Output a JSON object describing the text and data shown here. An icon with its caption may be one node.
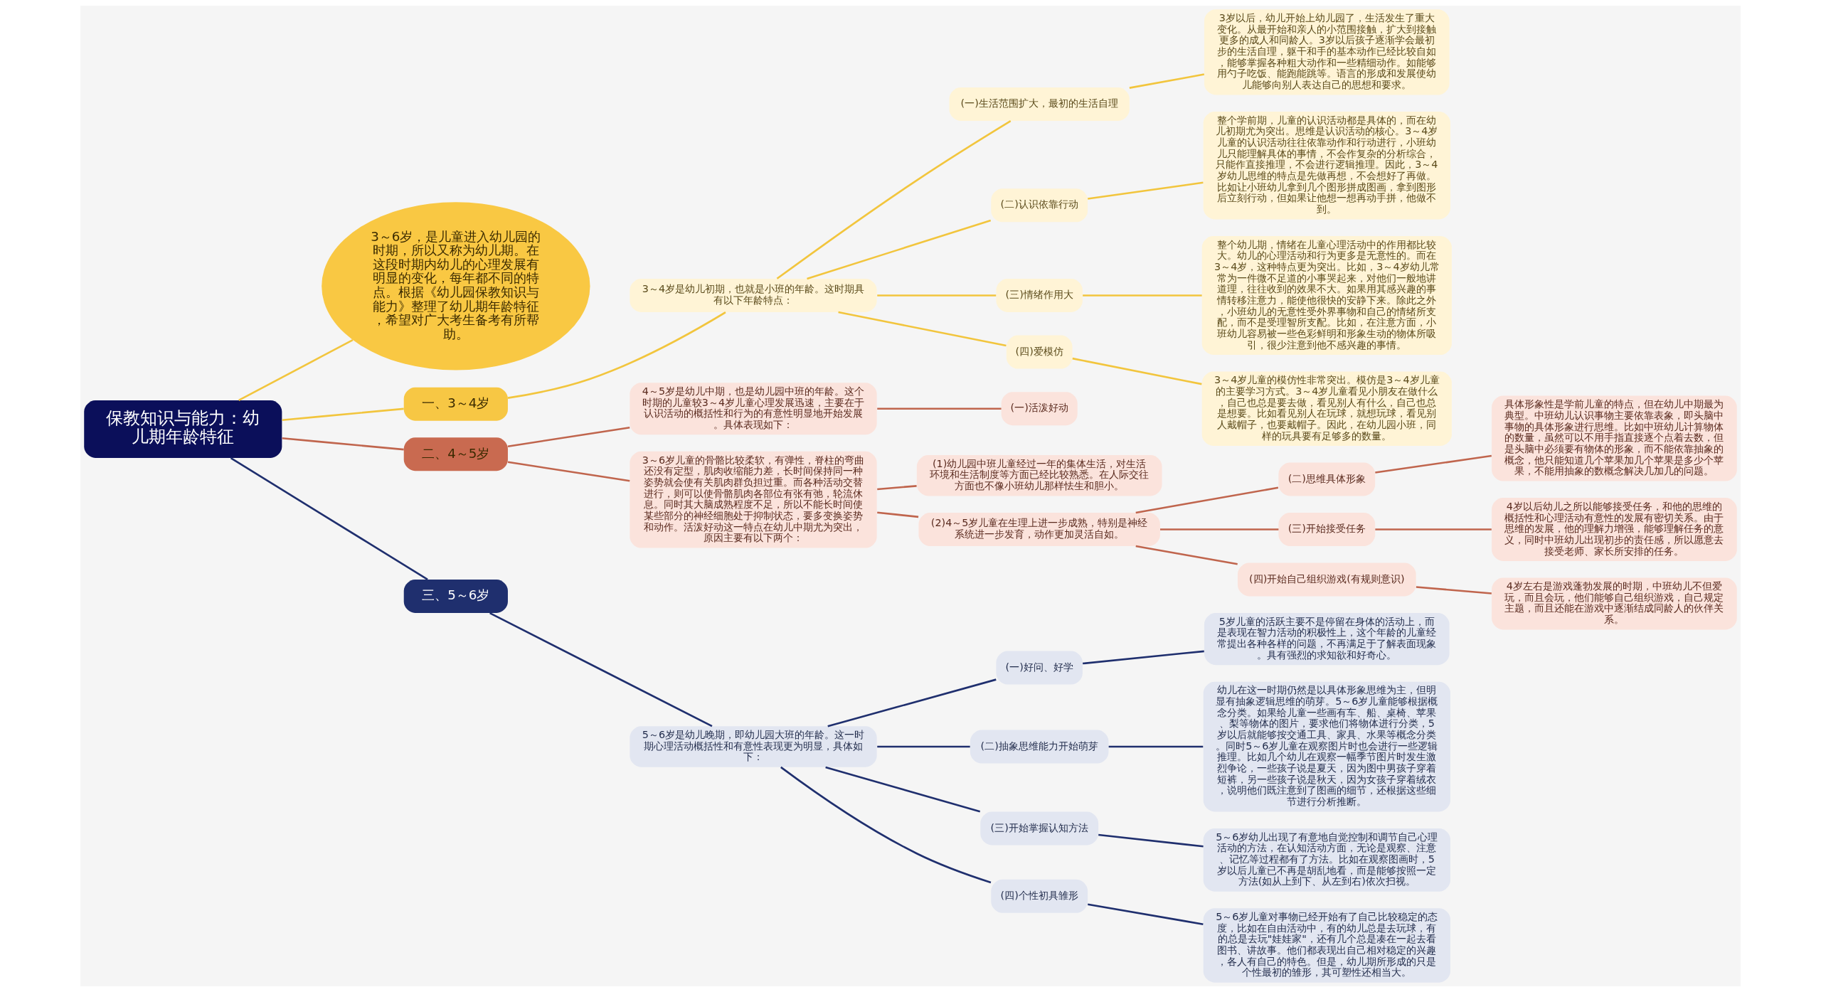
{
  "diagram": {
    "nodes": [
      {
        "text": [
          "保教知识与能力：幼儿期年龄特征"
        ]
      },
      {
        "text": [
          "3～6岁，是儿童进入幼儿园的时期，所以又称为幼儿期。在这段时期内幼儿的心理发展有明显的变化，每年都不同的特点。根据《幼儿园保教知识与能力》整理了幼儿期年龄特征，希望对广大考生备考有所帮助。"
        ]
      },
      {
        "text": [
          "一、3～4岁"
        ]
      },
      {
        "text": [
          "3～4岁是幼儿初期，也就是小班的年龄。这时期具有以下年龄特点："
        ]
      },
      {
        "text": [
          "(一)生活范围扩大，最初的生活自理"
        ]
      },
      {
        "text": [
          "3岁以后，幼儿开始上幼儿园了，生活发生了重大变化。从最开始和亲人的小范围接触，扩大到接触更多的成人和同龄人。3岁以后孩子逐渐学会最初步的生活自理，躯干和手的基本动作已经比较自如，能够掌握各种粗大动作和一些精细动作。如能够用勺子吃饭、能跑能跳等。语言的形成和发展使幼儿能够向别人表达自己的思想和要求。"
        ]
      },
      {
        "text": [
          "(二)认识依靠行动"
        ]
      },
      {
        "text": [
          "整个学前期，儿童的认识活动都是具体的，而在幼儿初期尤为突出。思维是认识活动的核心。3～4岁儿童的认识活动往往依靠动作和行动进行，小班幼儿只能理解具体的事情，不会作复杂的分析综合，只能作直接推理，不会进行逻辑推理。因此，3～4岁幼儿思维的特点是先做再想，不会想好了再做。比如让小班幼儿拿到几个图形拼成图画，拿到图形后立刻行动，但如果让他想一想再动手拼，他做不到。"
        ]
      },
      {
        "text": [
          "(三)情绪作用大"
        ]
      },
      {
        "text": [
          "整个幼儿期，情绪在儿童心理活动中的作用都比较大。幼儿的心理活动和行为更多是无意性的。而在3～4岁，这种特点更为突出。比如，3～4岁幼儿常常为一件微不足道的小事哭起来，对他们一般地讲道理，往往收到的效果不大。如果用其感兴趣的事情转移注意力，能使他很快的安静下来。除此之外，小班幼儿的无意性受外界事物和自己的情绪所支配，而不是受理智所支配。比如，在注意方面，小班幼儿容易被一些色彩鲜明和形象生动的物体所吸引，很少注意到他不感兴趣的事情。"
        ]
      },
      {
        "text": [
          "(四)爱模仿"
        ]
      },
      {
        "text": [
          "3～4岁儿童的模仿性非常突出。模仿是3～4岁儿童的主要学习方式。3～4岁儿童看见小朋友在做什么，自己也总是要去做，看见别人有什么，自己也总是想要。比如看见别人在玩球，就想玩球，看见别人戴帽子，也要戴帽子。因此，在幼儿园小班，同样的玩具要有足够多的数量。"
        ]
      },
      {
        "text": [
          "二、4～5岁"
        ]
      },
      {
        "text": [
          "4～5岁是幼儿中期，也是幼儿园中班的年龄。这个时期的儿童较3～4岁儿童心理发展迅速，主要在于认识活动的概括性和行为的有意性明显地开始发展。具体表现如下："
        ]
      },
      {
        "text": [
          "(一)活泼好动"
        ]
      },
      {
        "text": [
          "3～6岁儿童的骨骼比较柔软，有弹性，脊柱的弯曲还没有定型，肌肉收缩能力差，长时间保持同一种姿势就会使有关肌肉群负担过重。而各种活动交替进行，则可以使骨骼肌肉各部位有张有弛，轮流休息。同时其大脑成熟程度不足，所以不能长时间使某些部分的神经细胞处于抑制状态，要多变换姿势和动作。活泼好动这一特点在幼儿中期尤为突出，原因主要有以下两个："
        ]
      },
      {
        "text": [
          "(1)幼儿园中班儿童经过一年的集体生活，对生活环境和生活制度等方面已经比较熟悉。在人际交往方面也不像小班幼儿那样怯生和胆小。"
        ]
      },
      {
        "text": [
          "(2)4～5岁儿童在生理上进一步成熟，特别是神经系统进一步发育，动作更加灵活自如。"
        ]
      },
      {
        "text": [
          "(二)思维具体形象"
        ]
      },
      {
        "text": [
          "具体形象性是学前儿童的特点，但在幼儿中期最为典型。中班幼儿认识事物主要依靠表象，即头脑中事物的具体形象进行思维。比如中班幼儿计算物体的数量，虽然可以不用手指直接逐个点着去数，但是头脑中必须要有物体的形象，而不能依靠抽象的概念，他只能知道几个苹果加几个苹果是多少个苹果，不能用抽象的数概念解决几加几的问题。"
        ]
      },
      {
        "text": [
          "(三)开始接受任务"
        ]
      },
      {
        "text": [
          "4岁以后幼儿之所以能够接受任务，和他的思维的概括性和心理活动有意性的发展有密切关系。由于思维的发展，他的理解力增强，能够理解任务的意义，同时中班幼儿出现初步的责任感，所以愿意去接受老师、家长所安排的任务。"
        ]
      },
      {
        "text": [
          "(四)开始自己组织游戏(有规则意识)"
        ]
      },
      {
        "text": [
          "4岁左右是游戏蓬勃发展的时期，中班幼儿不但爱玩，而且会玩，他们能够自己组织游戏，自己规定主题，而且还能在游戏中逐渐结成同龄人的伙伴关系。"
        ]
      },
      {
        "text": [
          "三、5～6岁"
        ]
      },
      {
        "text": [
          "5～6岁是幼儿晚期，即幼儿园大班的年龄。这一时期心理活动概括性和有意性表现更为明显，具体如下："
        ]
      },
      {
        "text": [
          "(一)好问、好学"
        ]
      },
      {
        "text": [
          "5岁儿童的活跃主要不是停留在身体的活动上，而是表现在智力活动的积极性上，这个年龄的儿童经常提出各种各样的问题，不再满足于了解表面现象。具有强烈的求知欲和好奇心。"
        ]
      },
      {
        "text": [
          "(二)抽象思维能力开始萌芽"
        ]
      },
      {
        "text": [
          "幼儿在这一时期仍然是以具体形象思维为主，但明显有抽象逻辑思维的萌芽。5～6岁儿童能够根据概念分类。如果给儿童一些画有车、船、桌椅、苹果、梨等物体的图片，要求他们将物体进行分类，5岁以后就能够按交通工具、家具、水果等概念分类。同时5～6岁儿童在观察图片时也会进行一些逻辑推理。比如几个幼儿在观察一幅季节图片时发生激烈争论，一些孩子说是夏天，因为图中男孩子穿着短裤，另一些孩子说是秋天，因为女孩子穿着绒衣，说明他们既注意到了图画的细节，还根据这些细节进行分析推断。"
        ]
      },
      {
        "text": [
          "(三)开始掌握认知方法"
        ]
      },
      {
        "text": [
          "5～6岁幼儿出现了有意地自觉控制和调节自己心理活动的方法，在认知活动方面，无论是观察、注意、记忆等过程都有了方法。比如在观察图画时，5岁以后儿童已不再是胡乱地看，而是能够按照一定方法(如从上到下、从左到右)依次扫视。"
        ]
      },
      {
        "text": [
          "(四)个性初具雏形"
        ]
      },
      {
        "text": [
          "5～6岁儿童对事物已经开始有了自己比较稳定的态度，比如在自由活动中，有的幼儿总是去玩球，有的总是去玩\"娃娃家\"，还有几个总是凑在一起去看图书、讲故事。他们都表现出自己相对稳定的兴趣，各人有自己的特色。但是，幼儿期所形成的只是个性最初的雏形，其可塑性还相当大。"
        ]
      }
    ],
    "edges": [
      {
        "from": 0,
        "to": 2,
        "arrow": "none",
        "color": "#f2c53d"
      },
      {
        "from": 2,
        "to": 3,
        "arrow": "none",
        "color": "#f2c53d"
      },
      {
        "from": 3,
        "to": 4,
        "arrow": "none",
        "color": "#f2c53d"
      },
      {
        "from": 4,
        "to": 5,
        "arrow": "none",
        "color": "#f2c53d"
      },
      {
        "from": 3,
        "to": 6,
        "arrow": "none",
        "color": "#f2c53d"
      },
      {
        "from": 6,
        "to": 7,
        "arrow": "none",
        "color": "#f2c53d"
      },
      {
        "from": 3,
        "to": 8,
        "arrow": "none",
        "color": "#f2c53d"
      },
      {
        "from": 8,
        "to": 9,
        "arrow": "none",
        "color": "#f2c53d"
      },
      {
        "from": 3,
        "to": 10,
        "arrow": "none",
        "color": "#f2c53d"
      },
      {
        "from": 10,
        "to": 11,
        "arrow": "none",
        "color": "#f2c53d"
      },
      {
        "from": 0,
        "to": 1,
        "arrow": "none",
        "color": "#f2c53d"
      },
      {
        "from": 0,
        "to": 12,
        "arrow": "none",
        "color": "#c0654d"
      },
      {
        "from": 12,
        "to": 13,
        "arrow": "none",
        "color": "#c0654d"
      },
      {
        "from": 13,
        "to": 14,
        "arrow": "none",
        "color": "#c0654d"
      },
      {
        "from": 12,
        "to": 15,
        "arrow": "none",
        "color": "#c0654d"
      },
      {
        "from": 15,
        "to": 16,
        "arrow": "none",
        "color": "#c0654d"
      },
      {
        "from": 15,
        "to": 17,
        "arrow": "none",
        "color": "#c0654d"
      },
      {
        "from": 17,
        "to": 18,
        "arrow": "none",
        "color": "#c0654d"
      },
      {
        "from": 18,
        "to": 19,
        "arrow": "none",
        "color": "#c0654d"
      },
      {
        "from": 17,
        "to": 20,
        "arrow": "none",
        "color": "#c0654d"
      },
      {
        "from": 20,
        "to": 21,
        "arrow": "none",
        "color": "#c0654d"
      },
      {
        "from": 17,
        "to": 22,
        "arrow": "none",
        "color": "#c0654d"
      },
      {
        "from": 22,
        "to": 23,
        "arrow": "none",
        "color": "#c0654d"
      },
      {
        "from": 0,
        "to": 24,
        "arrow": "none",
        "color": "#1f2f6e"
      },
      {
        "from": 24,
        "to": 25,
        "arrow": "none",
        "color": "#1f2f6e"
      },
      {
        "from": 25,
        "to": 26,
        "arrow": "none",
        "color": "#1f2f6e"
      },
      {
        "from": 26,
        "to": 27,
        "arrow": "none",
        "color": "#1f2f6e"
      },
      {
        "from": 25,
        "to": 28,
        "arrow": "none",
        "color": "#1f2f6e"
      },
      {
        "from": 28,
        "to": 29,
        "arrow": "none",
        "color": "#1f2f6e"
      },
      {
        "from": 25,
        "to": 30,
        "arrow": "none",
        "color": "#1f2f6e"
      },
      {
        "from": 30,
        "to": 31,
        "arrow": "none",
        "color": "#1f2f6e"
      },
      {
        "from": 25,
        "to": 32,
        "arrow": "none",
        "color": "#1f2f6e"
      },
      {
        "from": 32,
        "to": 33,
        "arrow": "none",
        "color": "#1f2f6e"
      }
    ]
  }
}
